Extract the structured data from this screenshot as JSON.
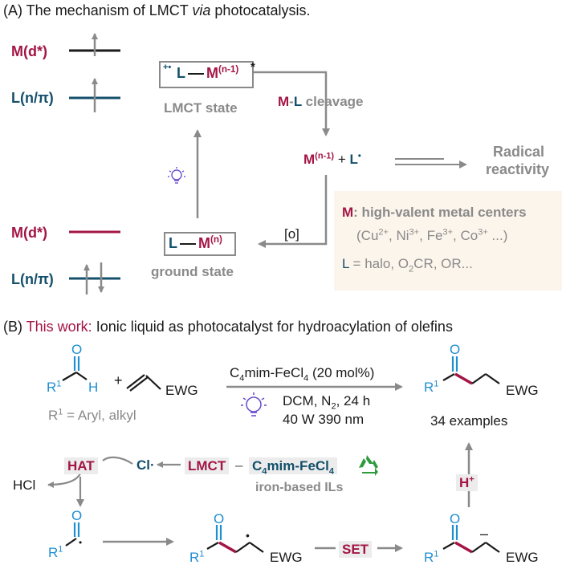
{
  "partA": {
    "heading_pre": "(A) The mechanism of LMCT ",
    "heading_via": "via",
    "heading_post": " photocatalysis.",
    "upper_m_label": "M(d*)",
    "upper_l_label": "L(n/π)",
    "lower_m_label": "M(d*)",
    "lower_l_label": "L(n/π)",
    "lmct_box_charge": "+•",
    "lmct_box_L": "L",
    "lmct_box_M": "M",
    "lmct_box_sup": "(n-1)",
    "lmct_box_star": "*",
    "lmct_state": "LMCT state",
    "cleavage_M": "M",
    "cleavage_dash": "-",
    "cleavage_L": "L",
    "cleavage_text": "cleavage",
    "products_M": "M",
    "products_sup": "(n-1)",
    "products_plus": "+",
    "products_L": "L",
    "products_dot": "•",
    "radical": "Radical",
    "reactivity": "reactivity",
    "ground_box_L": "L",
    "ground_box_M": "M",
    "ground_box_sup": "(n)",
    "ground_state": "ground state",
    "oxidation": "[o]",
    "panel_M": "M",
    "panel_title": ": high-valent metal centers",
    "panel_ions": [
      "(Cu",
      "2+",
      ", Ni",
      "3+",
      ", Fe",
      "3+",
      ", Co",
      "3+",
      " ...)"
    ],
    "panel_L": "L",
    "panel_ligands_pre": " = halo, O",
    "panel_ligands_sub": "2",
    "panel_ligands_post": "CR, OR..."
  },
  "partB": {
    "heading_pre": "(B) ",
    "heading_this": "This work:",
    "heading_post": " Ionic liquid as photocatalyst for hydroacylation of olefins",
    "aldehyde_O": "O",
    "aldehyde_R": "R",
    "aldehyde_R_sup": "1",
    "aldehyde_H": "H",
    "plus": "+",
    "olefin_ewg": "EWG",
    "r1_def_R": "R",
    "r1_def_sup": "1",
    "r1_def_text": " = Aryl, alkyl",
    "catalyst_pre": "C",
    "catalyst_sub1": "4",
    "catalyst_mid": "mim-FeCl",
    "catalyst_sub2": "4",
    "catalyst_post": " (20 mol%)",
    "cond1_pre": "DCM, N",
    "cond1_sub": "2",
    "cond1_post": ", 24 h",
    "cond2": "40 W 390 nm",
    "product_O": "O",
    "product_R": "R",
    "product_sup": "1",
    "product_ewg": "EWG",
    "examples": "34 examples",
    "hat": "HAT",
    "cl": "Cl·",
    "lmct": "LMCT",
    "dash": "–",
    "il_pre": "C",
    "il_sub1": "4",
    "il_mid": "mim-FeCl",
    "il_sub2": "4",
    "il_caption": "iron-based ILs",
    "hcl": "HCl",
    "h_plus": "H",
    "h_plus_sup": "+",
    "acyl_O": "O",
    "acyl_R": "R",
    "acyl_sup": "1",
    "acyl_dot": "•",
    "radical_O": "O",
    "radical_R": "R",
    "radical_sup": "1",
    "radical_dot": "•",
    "radical_ewg": "EWG",
    "set": "SET",
    "anion_O": "O",
    "anion_R": "R",
    "anion_sup": "1",
    "anion_minus": "–",
    "anion_ewg": "EWG"
  },
  "colors": {
    "metal_red": "#a31545",
    "ligand_blue": "#14506b",
    "carbonyl_cyan": "#1f8fd1",
    "arrow_grey": "#8a8a8a",
    "panel_beige": "#fcf5ec",
    "recycle_green": "#2e9a3c",
    "lamp_purple": "#6a4fd0"
  },
  "icons": [
    "electron-up-arrow-icon",
    "electron-down-arrow-icon",
    "lightbulb-icon",
    "recycle-icon"
  ]
}
